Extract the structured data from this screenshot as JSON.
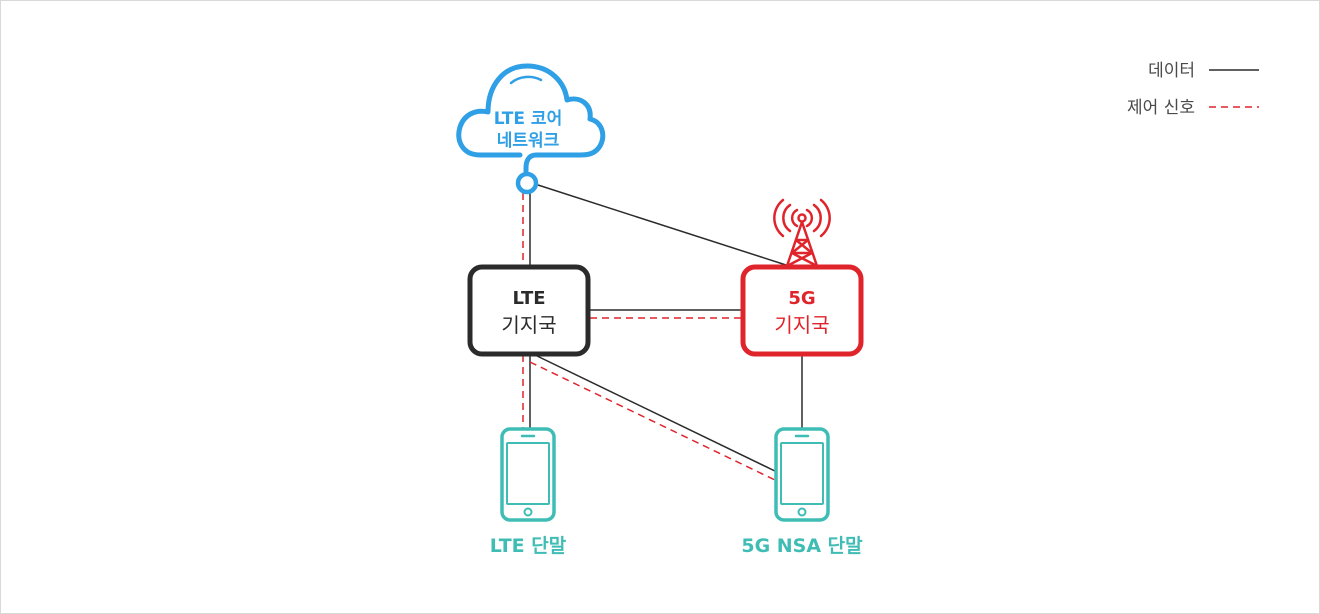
{
  "colors": {
    "data_line": "#2b2b2b",
    "control_line": "#e0242b",
    "cloud": "#2f9fe6",
    "lte_station": "#2b2b2b",
    "nr_station": "#e0242b",
    "device": "#3fbdb5",
    "legend_text": "#4a4a4a",
    "frame_border": "#d9d9d9"
  },
  "legend": {
    "data_label": "데이터",
    "control_label": "제어 신호"
  },
  "core_network": {
    "line1": "LTE 코어",
    "line2": "네트워크",
    "icon": "cloud-icon"
  },
  "lte_station": {
    "line1": "LTE",
    "line2": "기지국"
  },
  "nr_station": {
    "line1": "5G",
    "line2": "기지국",
    "icon": "antenna-tower-icon"
  },
  "lte_device": {
    "label": "LTE 단말",
    "icon": "smartphone-icon"
  },
  "nsa_device": {
    "label": "5G NSA 단말",
    "icon": "smartphone-icon"
  }
}
